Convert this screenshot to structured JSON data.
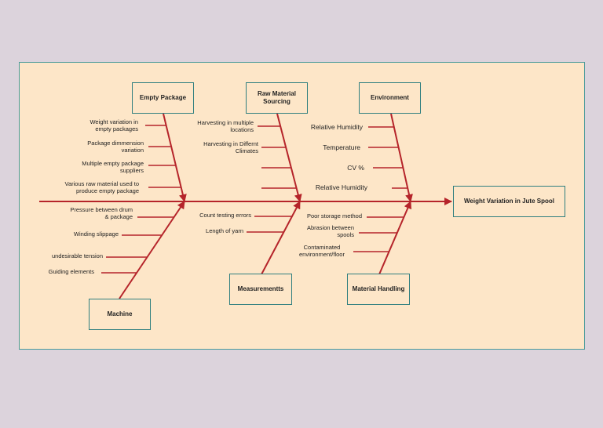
{
  "diagram": {
    "effect": "Weight Variation in Jute Spool",
    "categories": {
      "empty_package": {
        "label": "Empty Package",
        "causes": [
          "Weight variation in\nempty packages",
          "Package dimmension\nvariation",
          "Multiple empty package\nsuppliers",
          "Various raw material used to\nproduce empty package"
        ]
      },
      "raw_material": {
        "label": "Raw Material\nSourcing",
        "causes": [
          "Harvesting in multiple\nlocations",
          "Harvesting in Differnt\nClimates"
        ]
      },
      "environment": {
        "label": "Environment",
        "causes": [
          "Relative Humidity",
          "Temperature",
          "CV %",
          "Relative Humidity"
        ]
      },
      "machine": {
        "label": "Machine",
        "causes": [
          "Pressure between drum\n& package",
          "Winding slippage",
          "undesirable tension",
          "Guiding elements"
        ]
      },
      "measurements": {
        "label": "Measurementts",
        "causes": [
          "Count testing errors",
          "Length of yarn"
        ]
      },
      "material_handling": {
        "label": "Material Handling",
        "causes": [
          "Poor storage method",
          "Abrasion between\nspools",
          "Contaminated\nenvironment/floor"
        ]
      }
    },
    "colors": {
      "line": "#b5242a",
      "box_border": "#2f7f7f",
      "canvas": "#fde6c8",
      "page": "#dcd3dc"
    }
  }
}
